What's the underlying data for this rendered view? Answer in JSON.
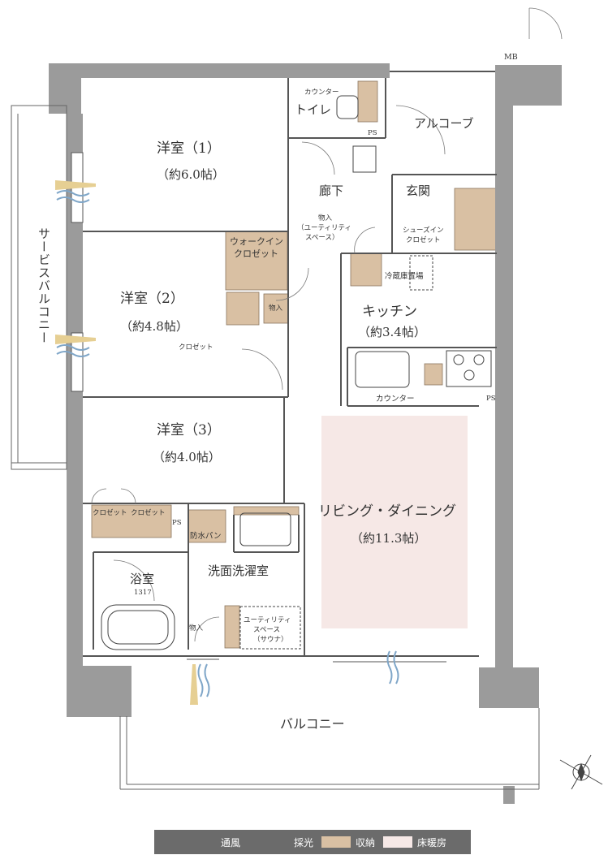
{
  "plan": {
    "mb": "MB",
    "rooms": {
      "room1": {
        "name": "洋室（1）",
        "size": "（約6.0帖）"
      },
      "room2": {
        "name": "洋室（2）",
        "size": "（約4.8帖）"
      },
      "room3": {
        "name": "洋室（3）",
        "size": "（約4.0帖）"
      },
      "kitchen": {
        "name": "キッチン",
        "size": "（約3.4帖）"
      },
      "living": {
        "name": "リビング・ダイニング",
        "size": "（約11.3帖）"
      },
      "bath": {
        "name": "浴室",
        "size": "1317"
      },
      "washroom": {
        "name": "洗面洗濯室"
      },
      "toilet": {
        "name": "トイレ"
      },
      "corridor": {
        "name": "廊下"
      },
      "entrance": {
        "name": "玄関"
      },
      "alcove": {
        "name": "アルコーブ"
      },
      "balcony": {
        "name": "バルコニー"
      },
      "service_balcony": {
        "name": "サービスバルコニー"
      }
    },
    "labels": {
      "counter_toilet": "カウンター",
      "ps1": "PS",
      "ps2": "PS",
      "ps3": "PS",
      "storage_corridor_1": "物入",
      "storage_corridor_2": "（ユーティリティ",
      "storage_corridor_3": "スペース）",
      "shoes_1": "シューズイン",
      "shoes_2": "クロゼット",
      "walkin_1": "ウォークイン",
      "walkin_2": "クロゼット",
      "storage_small": "物入",
      "closet_room2": "クロゼット",
      "fridge": "冷蔵庫置場",
      "counter_kitchen": "カウンター",
      "closet_a": "クロゼット",
      "closet_b": "クロゼット",
      "waterproof_pan": "防水パン",
      "storage_wash": "物入",
      "utility_1": "ユーティリティ",
      "utility_2": "スペース",
      "utility_3": "（サウナ）"
    }
  },
  "legend": {
    "ventilation": "通風",
    "daylight": "採光",
    "storage": "収納",
    "floor_heating": "床暖房"
  },
  "colors": {
    "wall": "#9b9b9b",
    "storage": "#d9c0a3",
    "floor_heating": "#f6e8e6",
    "wind": "#7fa6c8",
    "light": "#e6cf93",
    "legend_bg": "#6b6b6b"
  }
}
